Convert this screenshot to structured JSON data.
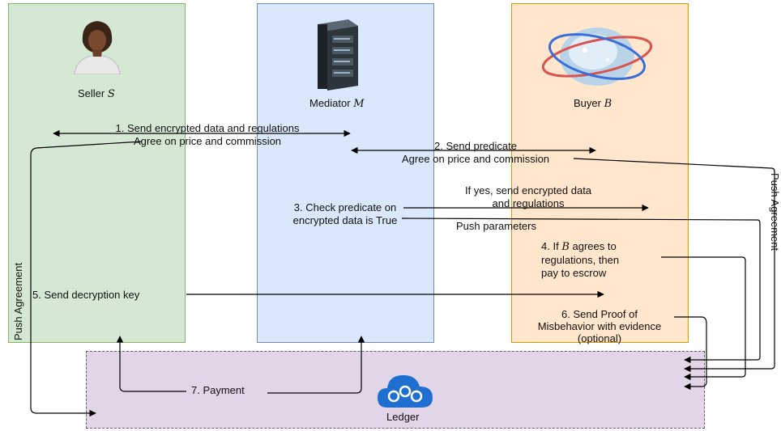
{
  "actors": {
    "seller": {
      "label": "Seller",
      "symbol": "S"
    },
    "mediator": {
      "label": "Mediator",
      "symbol": "M"
    },
    "buyer": {
      "label": "Buyer",
      "symbol": "B"
    },
    "ledger": {
      "label": "Ledger"
    }
  },
  "steps": {
    "s1_line1": "1.  Send encrypted data and regulations",
    "s1_line2": "Agree on price and commission",
    "s2_line1": "2. Send predicate",
    "s2_line2": "Agree on price and commission",
    "s3_line1": "3. Check predicate on",
    "s3_line2": "encrypted data is True",
    "yes_line1": "If yes, send encrypted data",
    "yes_line2": "and regulations",
    "push_params": "Push parameters",
    "s4_line1_pre": "4. If",
    "s4_symbol": "B",
    "s4_line1_post": "agrees to",
    "s4_line2": "regulations, then",
    "s4_line3": "pay to escrow",
    "s5": "5. Send decryption key",
    "s6_line1": "6. Send Proof of",
    "s6_line2": "Misbehavior with evidence",
    "s6_line3": "(optional)",
    "s7": "7. Payment"
  },
  "side_labels": {
    "left": "Push Agreement",
    "right": "Push Agreement"
  },
  "colors": {
    "seller_fill": "#d5e8d4",
    "mediator_fill": "#dae8fc",
    "buyer_fill": "#ffe6cc",
    "ledger_fill": "#e1d5e7",
    "ledger_icon": "#1f6fd0"
  }
}
